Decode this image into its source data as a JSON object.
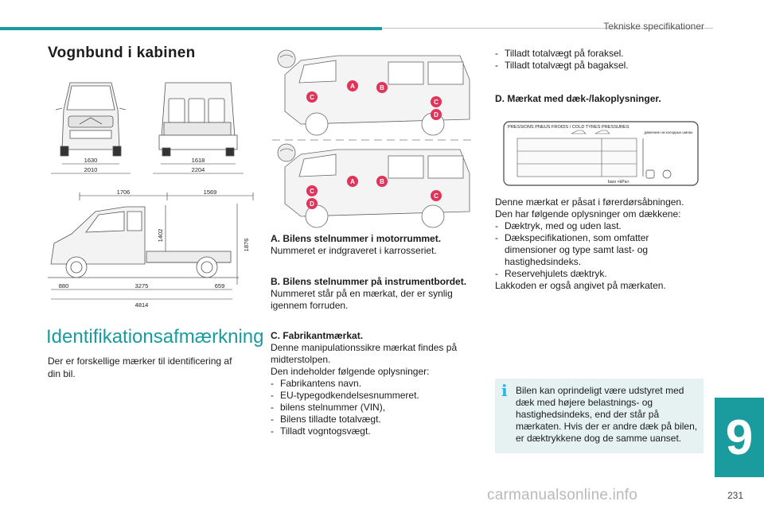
{
  "header": {
    "title": "Tekniske specifikationer"
  },
  "chapter": {
    "number": "9"
  },
  "page_number": "231",
  "watermark": "carmanualsonline.info",
  "section1": {
    "title": "Vognbund i kabinen"
  },
  "dimensions": {
    "front_track": "1630",
    "front_width": "2010",
    "rear_track": "1618",
    "rear_width": "2204",
    "cab_length": "1706",
    "bed_length": "1569",
    "bed_height": "1402",
    "overall_height": "1876",
    "front_overhang": "880",
    "wheelbase": "3275",
    "rear_overhang": "659",
    "overall_length": "4814"
  },
  "markers": {
    "a": "A",
    "b": "B",
    "c": "C",
    "d": "D"
  },
  "section2": {
    "title": "Identifikationsafmærkning",
    "intro": "Der er forskellige mærker til identificering af din bil."
  },
  "item_a": {
    "heading": "A. Bilens stelnummer i motorrummet.",
    "text": "Nummeret er indgraveret i karrosseriet."
  },
  "item_b": {
    "heading": "B. Bilens stelnummer på instrumentbordet.",
    "text": "Nummeret står på en mærkat, der er synlig igennem forruden."
  },
  "item_c": {
    "heading": "C. Fabrikantmærkat.",
    "text1": "Denne manipulationssikre mærkat findes på midterstolpen.",
    "text2": "Den indeholder følgende oplysninger:",
    "bullets": [
      "Fabrikantens navn.",
      "EU-typegodkendelsesnummeret.",
      "bilens stelnummer (VIN),",
      "Bilens tilladte totalvægt.",
      "Tilladt vogntogsvægt."
    ]
  },
  "axle_list": [
    "Tilladt totalvægt på foraksel.",
    "Tilladt totalvægt på bagaksel."
  ],
  "item_d": {
    "heading": "D. Mærkat med dæk-/lakoplysninger."
  },
  "tyre_label": {
    "title": "PRESSIONS PNEUS FROIDS / COLD TYRES PRESSURES",
    "cyrillic": "давление на холодных шинах",
    "bars": "bars <kPa>"
  },
  "tyre_info": {
    "text1": "Denne mærkat er påsat i førerdørsåbningen.",
    "text2": "Den har følgende oplysninger om dækkene:",
    "bullets": [
      "Dæktryk, med og uden last.",
      "Dækspecifikationen, som omfatter dimensioner og type samt last- og hastighedsindeks.",
      "Reservehjulets dæktryk."
    ],
    "text3": "Lakkoden er også angivet på mærkaten."
  },
  "info_box": {
    "icon": "i",
    "text": "Bilen kan oprindeligt være udstyret med dæk med højere belastnings- og hastighedsindeks, end der står på mærkaten. Hvis der er andre dæk på bilen, er dæktrykkene dog de samme uanset."
  }
}
